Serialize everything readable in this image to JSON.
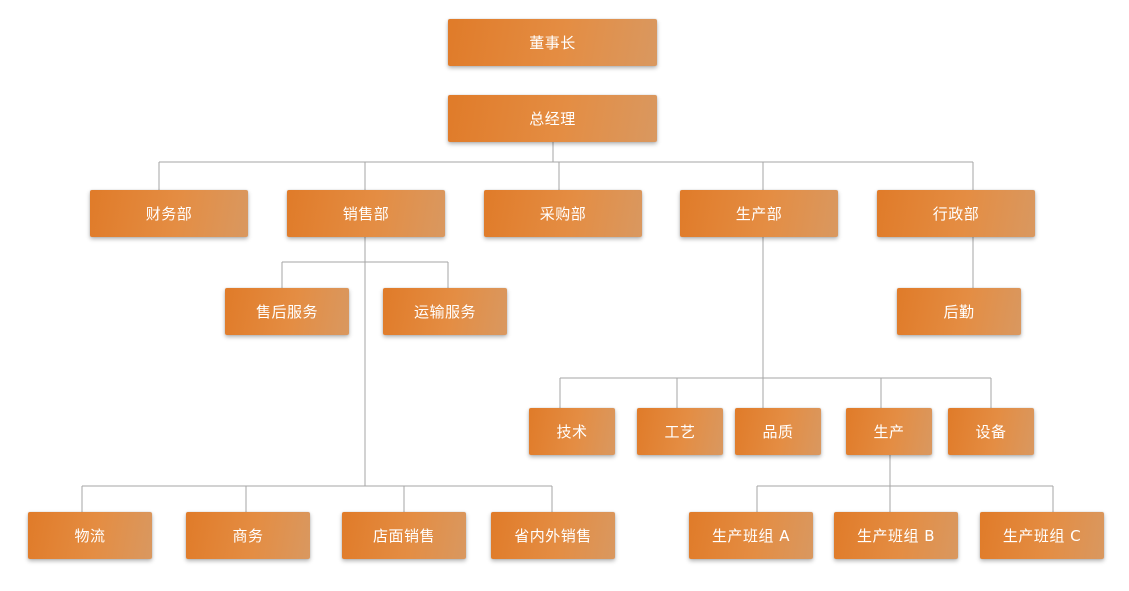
{
  "org": {
    "chairman": "董事长",
    "general_manager": "总经理",
    "finance": "财务部",
    "sales": "销售部",
    "purchasing": "采购部",
    "production": "生产部",
    "administration": "行政部",
    "after_sales": "售后服务",
    "transport": "运输服务",
    "logistics_support": "后勤",
    "technology": "技术",
    "process": "工艺",
    "quality": "品质",
    "production_unit": "生产",
    "equipment": "设备",
    "logistics": "物流",
    "business": "商务",
    "store_sales": "店面销售",
    "regional_sales": "省内外销售",
    "team_a": "生产班组 A",
    "team_b": "生产班组 B",
    "team_c": "生产班组 C"
  }
}
